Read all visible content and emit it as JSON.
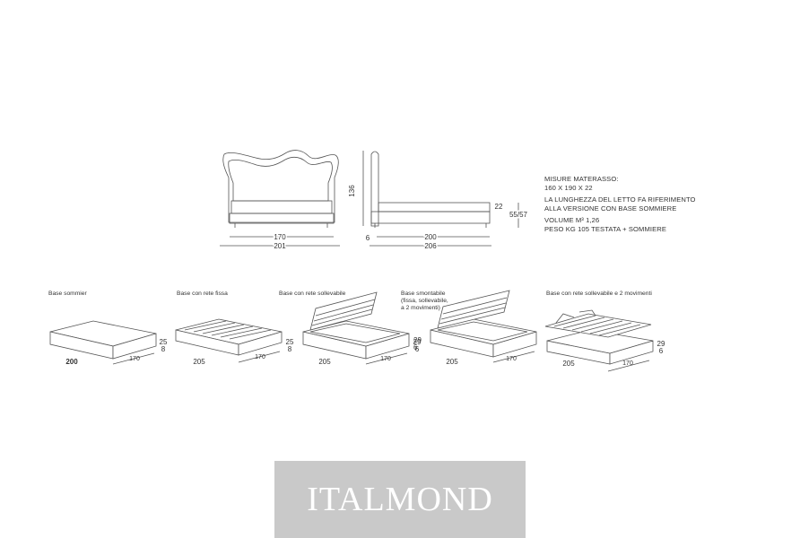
{
  "front_view": {
    "width_inner": "170",
    "width_outer": "201",
    "height": "136"
  },
  "side_view": {
    "offset": "6",
    "length_inner": "200",
    "length_outer": "206",
    "mattress_height": "22",
    "frame_height": "55/57"
  },
  "specs": {
    "mattress_title": "MISURE MATERASSO:",
    "mattress_size": "160 X 190 X 22",
    "length_note_1": "LA LUNGHEZZA DEL LETTO FA RIFERIMENTO",
    "length_note_2": "ALLA VERSIONE CON BASE SOMMIERE",
    "volume": "VOLUME M³ 1,26",
    "weight": "PESO KG 105 TESTATA + SOMMIERE"
  },
  "bases": [
    {
      "label": "Base sommier",
      "length": "200",
      "width": "170",
      "h1": "25",
      "h2": "8"
    },
    {
      "label": "Base con rete fissa",
      "length": "205",
      "width": "170",
      "h1": "25",
      "h2": "8"
    },
    {
      "label": "Base con rete sollevabile",
      "length": "205",
      "width": "170",
      "h1": "29",
      "h2": "6"
    },
    {
      "label_lines": [
        "Base smontabile",
        "(fissa, sollevabile,",
        "a 2 movimenti)"
      ],
      "length": "205",
      "width": "170",
      "h1": "29",
      "h2": "6"
    },
    {
      "label": "Base con rete sollevabile e 2 movimenti",
      "length": "205",
      "width": "170",
      "h1": "29",
      "h2": "6"
    }
  ],
  "logo": {
    "text": "ITALMOND"
  }
}
